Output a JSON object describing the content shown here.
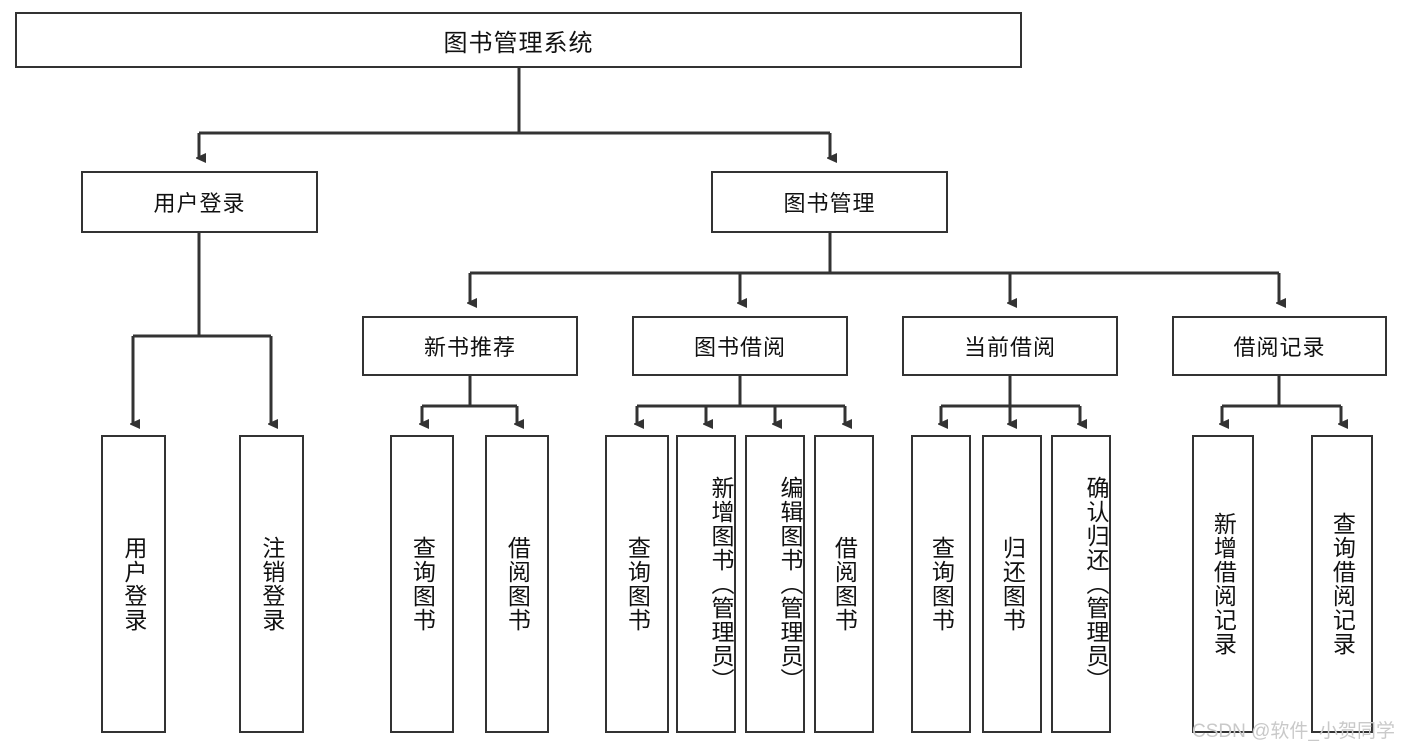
{
  "diagram": {
    "type": "tree-hierarchy",
    "title": "图书管理系统",
    "watermark": "CSDN @软件_小贺同学",
    "colors": {
      "box_border": "#333333",
      "box_fill": "#ffffff",
      "edge": "#333333",
      "text": "#111111",
      "watermark": "#c9c9c9"
    },
    "levels": {
      "level1": [
        {
          "id": "root",
          "label": "图书管理系统"
        }
      ],
      "level2": [
        {
          "id": "login",
          "label": "用户登录"
        },
        {
          "id": "bookmgr",
          "label": "图书管理"
        }
      ],
      "level3": [
        {
          "id": "newbook",
          "label": "新书推荐",
          "parent": "bookmgr"
        },
        {
          "id": "borrow",
          "label": "图书借阅",
          "parent": "bookmgr"
        },
        {
          "id": "current",
          "label": "当前借阅",
          "parent": "bookmgr"
        },
        {
          "id": "record",
          "label": "借阅记录",
          "parent": "bookmgr"
        }
      ],
      "level4": [
        {
          "id": "leaf1",
          "label": "用户登录",
          "parent": "login"
        },
        {
          "id": "leaf2",
          "label": "注销登录",
          "parent": "login"
        },
        {
          "id": "leaf3",
          "label": "查询图书",
          "parent": "newbook"
        },
        {
          "id": "leaf4",
          "label": "借阅图书",
          "parent": "newbook"
        },
        {
          "id": "leaf5",
          "label": "查询图书",
          "parent": "borrow"
        },
        {
          "id": "leaf6",
          "label": "新增图书（管理员）",
          "parent": "borrow"
        },
        {
          "id": "leaf7",
          "label": "编辑图书（管理员）",
          "parent": "borrow"
        },
        {
          "id": "leaf8",
          "label": "借阅图书",
          "parent": "borrow"
        },
        {
          "id": "leaf9",
          "label": "查询图书",
          "parent": "current"
        },
        {
          "id": "leaf10",
          "label": "归还图书",
          "parent": "current"
        },
        {
          "id": "leaf11",
          "label": "确认归还（管理员）",
          "parent": "current"
        },
        {
          "id": "leaf12",
          "label": "新增借阅记录",
          "parent": "record"
        },
        {
          "id": "leaf13",
          "label": "查询借阅记录",
          "parent": "record"
        }
      ]
    }
  }
}
